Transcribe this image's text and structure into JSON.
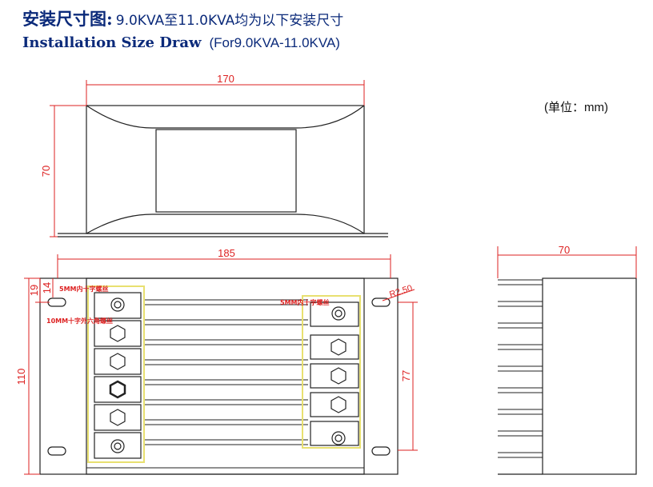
{
  "title": {
    "cn": "安装尺寸图:",
    "cn_sub": "9.0KVA至11.0KVA均为以下安装尺寸",
    "en": "Installation Size Draw",
    "en_sub": "(For9.0KVA-11.0KVA)"
  },
  "unit_label": "(单位：mm)",
  "dimensions": {
    "top_width": "170",
    "top_height": "70",
    "front_width": "185",
    "front_height": "110",
    "front_inner_height": "77",
    "radius": "R2.50",
    "offset_19": "19",
    "offset_14": "14",
    "side_width": "70"
  },
  "labels": {
    "screw_left": "5MM内十字螺丝",
    "screw_right": "5MM内十字螺丝",
    "screw_hex": "10MM十字外六角螺丝"
  },
  "colors": {
    "title": "#0b2a7a",
    "dimension": "#dd2222",
    "outline": "#222222",
    "terminal_frame": "#e8e070"
  }
}
